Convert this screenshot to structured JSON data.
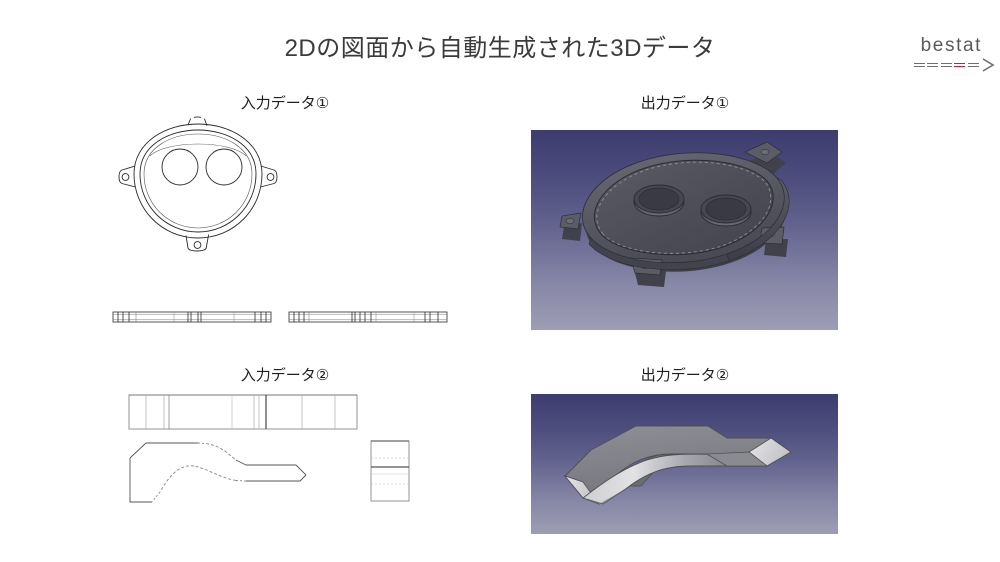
{
  "slide": {
    "title": "2Dの図面から自動生成された3Dデータ",
    "background_color": "#ffffff"
  },
  "logo": {
    "wordmark": "bestat",
    "wordmark_color": "#5a5a5a",
    "accent_color": "#c4202b",
    "arrow_icon": "dashed-arrow-icon",
    "dash_count": 5,
    "accent_dash_index": 4
  },
  "sections": [
    {
      "id": "input-1",
      "caption": "入力データ①",
      "kind": "2d-drawing",
      "views": [
        "top-view-cover-plate",
        "section-view-left",
        "section-view-right"
      ]
    },
    {
      "id": "output-1",
      "caption": "出力データ①",
      "kind": "3d-render",
      "model": "cover-plate-3d",
      "background_top_color": "#3c3c6e",
      "background_bottom_color": "#9d9db4",
      "model_color": "#55555e"
    },
    {
      "id": "input-2",
      "caption": "入力データ②",
      "kind": "2d-drawing",
      "views": [
        "plan-view-bracket",
        "profile-view-bracket",
        "side-view-bracket"
      ]
    },
    {
      "id": "output-2",
      "caption": "出力データ②",
      "kind": "3d-render",
      "model": "bent-bracket-3d",
      "background_top_color": "#3c3c6e",
      "background_bottom_color": "#9d9db4",
      "model_color": "#808086"
    }
  ]
}
